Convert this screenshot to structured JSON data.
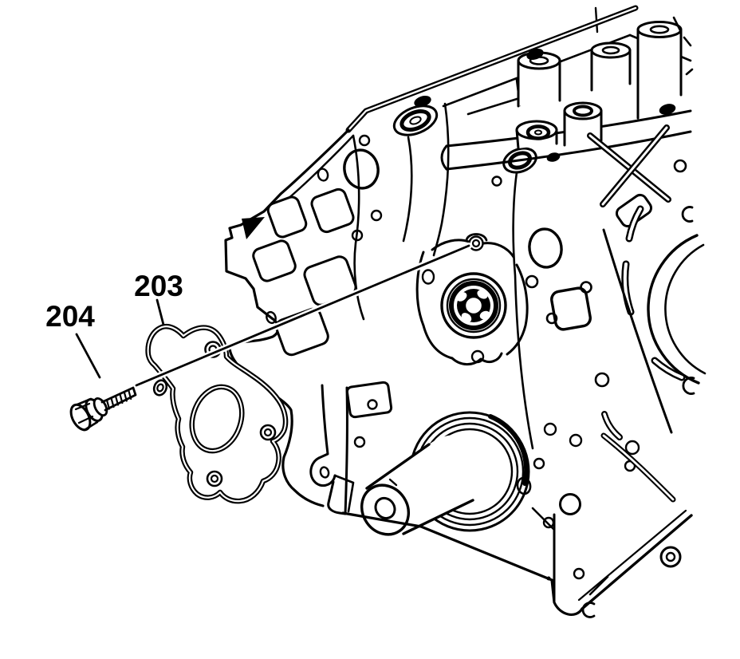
{
  "figure": {
    "kind": "engine-service-diagram",
    "background_color": "#ffffff",
    "line_color": "#000000",
    "callouts": [
      {
        "label": "203"
      },
      {
        "label": "204"
      }
    ]
  }
}
